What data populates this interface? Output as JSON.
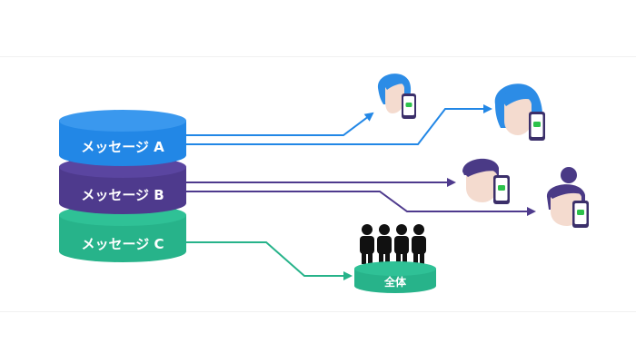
{
  "colors": {
    "blue": "#2287e6",
    "blue_dark": "#1a73c8",
    "purple": "#4e3a8d",
    "purple_dark": "#3f2e78",
    "green": "#27b38a",
    "green_dark": "#1f9a75",
    "hair_blue": "#2c8ce6",
    "hair_purple": "#4a3a86",
    "skin": "#f4dbcf",
    "phone": "#3b2f6a",
    "chat_icon": "#2dc24b",
    "crowd": "#111111"
  },
  "database": {
    "layers": [
      {
        "label": "メッセージ A",
        "color_key": "blue"
      },
      {
        "label": "メッセージ B",
        "color_key": "purple"
      },
      {
        "label": "メッセージ C",
        "color_key": "green"
      }
    ]
  },
  "recipients": {
    "group_label": "全体",
    "people": [
      {
        "icon": "woman-with-phone-icon",
        "hair": "blue"
      },
      {
        "icon": "woman-with-phone-icon",
        "hair": "blue"
      },
      {
        "icon": "man-with-phone-icon",
        "hair": "purple"
      },
      {
        "icon": "woman-with-phone-icon",
        "hair": "purple"
      }
    ],
    "crowd_icon": "group-of-people-icon",
    "crowd_count": 4
  }
}
